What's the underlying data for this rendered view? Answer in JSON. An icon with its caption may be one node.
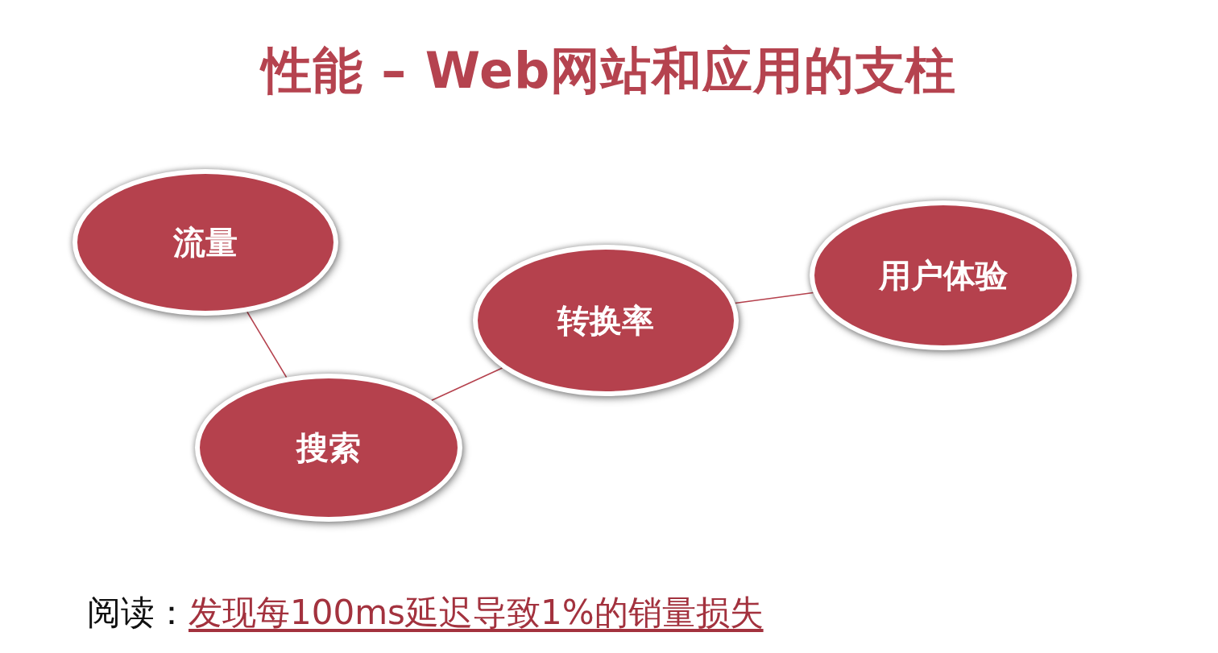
{
  "diagram": {
    "title": "性能 – Web网站和应用的支柱",
    "nodes": [
      {
        "text": [
          "流量"
        ]
      },
      {
        "text": [
          "搜索"
        ]
      },
      {
        "text": [
          "转换率"
        ]
      },
      {
        "text": [
          "用户体验"
        ]
      }
    ],
    "edges": [
      {
        "from": 0,
        "to": 1,
        "arrow": "none"
      },
      {
        "from": 1,
        "to": 2,
        "arrow": "none"
      },
      {
        "from": 2,
        "to": 3,
        "arrow": "none"
      }
    ],
    "labels": [
      "阅读：",
      "发现每100ms延迟导致1%的销量损失"
    ]
  }
}
